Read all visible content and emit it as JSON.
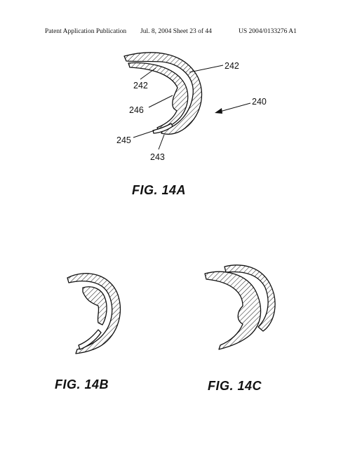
{
  "header": {
    "left": "Patent Application Publication",
    "middle": "Jul. 8, 2004   Sheet 23 of 44",
    "right": "US 2004/0133276 A1"
  },
  "fig14a": {
    "caption": "FIG. 14A",
    "labels": {
      "l242_outer": "242",
      "l242_inner": "242",
      "l240": "240",
      "l246": "246",
      "l245": "245",
      "l243": "243"
    }
  },
  "fig14b": {
    "caption": "FIG. 14B"
  },
  "fig14c": {
    "caption": "FIG. 14C"
  }
}
